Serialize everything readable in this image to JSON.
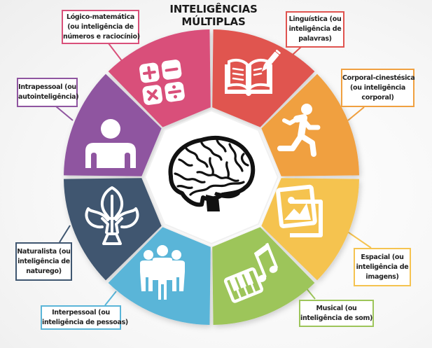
{
  "title": {
    "line1": "INTELIGÊNCIAS",
    "line2": "MÚLTIPLAS"
  },
  "center": {
    "icon": "brain-icon"
  },
  "segments": [
    {
      "id": "logico-matematica",
      "color": "#d9507a",
      "icon": "calculator-operators-icon",
      "label": [
        "Lógico-matemática",
        "(ou inteligência de",
        "números e raciocínio)"
      ]
    },
    {
      "id": "linguistica",
      "color": "#e05450",
      "icon": "book-pencil-icon",
      "label": [
        "Linguística (ou",
        "inteligência de",
        "palavras)"
      ]
    },
    {
      "id": "corporal-cinestesica",
      "color": "#f0a040",
      "icon": "running-person-icon",
      "label": [
        "Corporal-cinestésica",
        "(ou inteligência",
        "corporal)"
      ]
    },
    {
      "id": "espacial",
      "color": "#f5c350",
      "icon": "images-icon",
      "label": [
        "Espacial (ou",
        "inteligência de",
        "imagens)"
      ]
    },
    {
      "id": "musical",
      "color": "#9dc55a",
      "icon": "piano-music-note-icon",
      "label": [
        "Musical (ou",
        "inteligência de som)"
      ]
    },
    {
      "id": "interpessoal",
      "color": "#5ab5d8",
      "icon": "group-people-icon",
      "label": [
        "Interpessoal (ou",
        "inteligência de pessoas)"
      ]
    },
    {
      "id": "naturalista",
      "color": "#3f5670",
      "icon": "tree-icon",
      "label": [
        "Naturalista (ou",
        "inteligência de",
        "naturego)"
      ]
    },
    {
      "id": "intrapessoal",
      "color": "#8f55a0",
      "icon": "person-icon",
      "label": [
        "Intrapessoal (ou",
        "autointeligência)"
      ]
    }
  ]
}
